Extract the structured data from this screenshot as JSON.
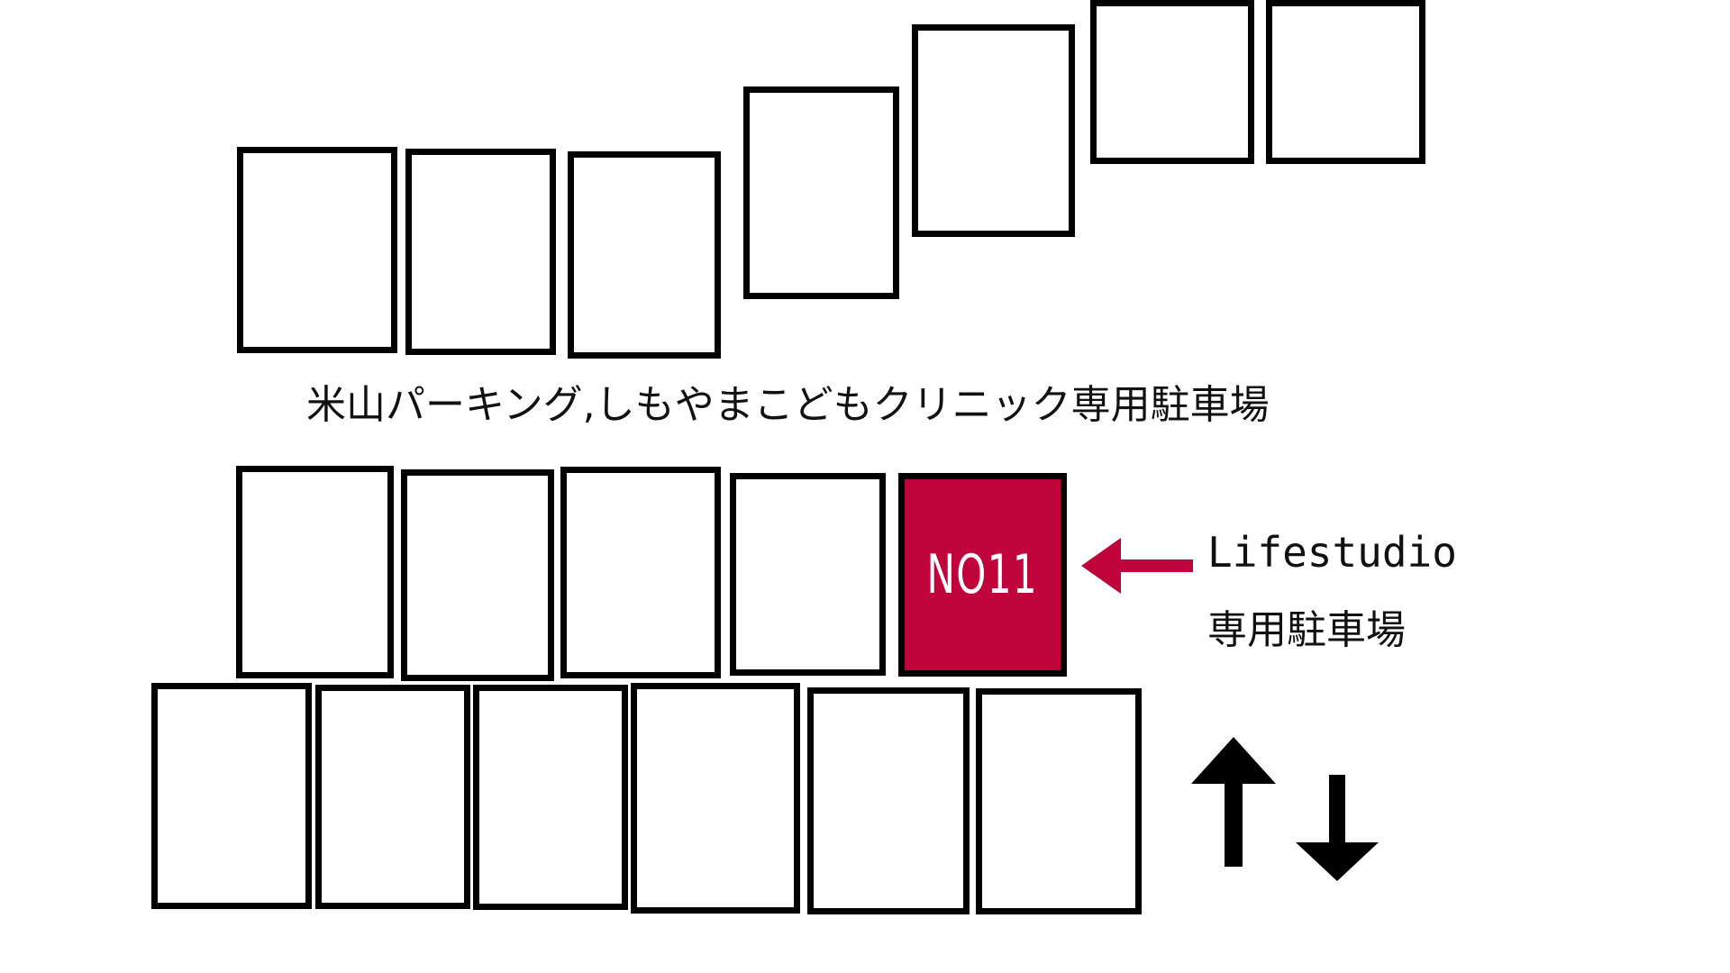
{
  "title": "米山パーキング,しもやまこどもクリニック専用駐車場",
  "highlight": {
    "label": "NO11",
    "color": "#C0033A"
  },
  "assignment": {
    "name": "Lifestudio",
    "description": "専用駐車場"
  },
  "colors": {
    "outline": "#000000",
    "arrow_pointer": "#C0033A",
    "arrow_traffic": "#000000"
  },
  "icons": {
    "pointer": "arrow-left-icon",
    "traffic_up": "arrow-up-icon",
    "traffic_down": "arrow-down-icon"
  }
}
